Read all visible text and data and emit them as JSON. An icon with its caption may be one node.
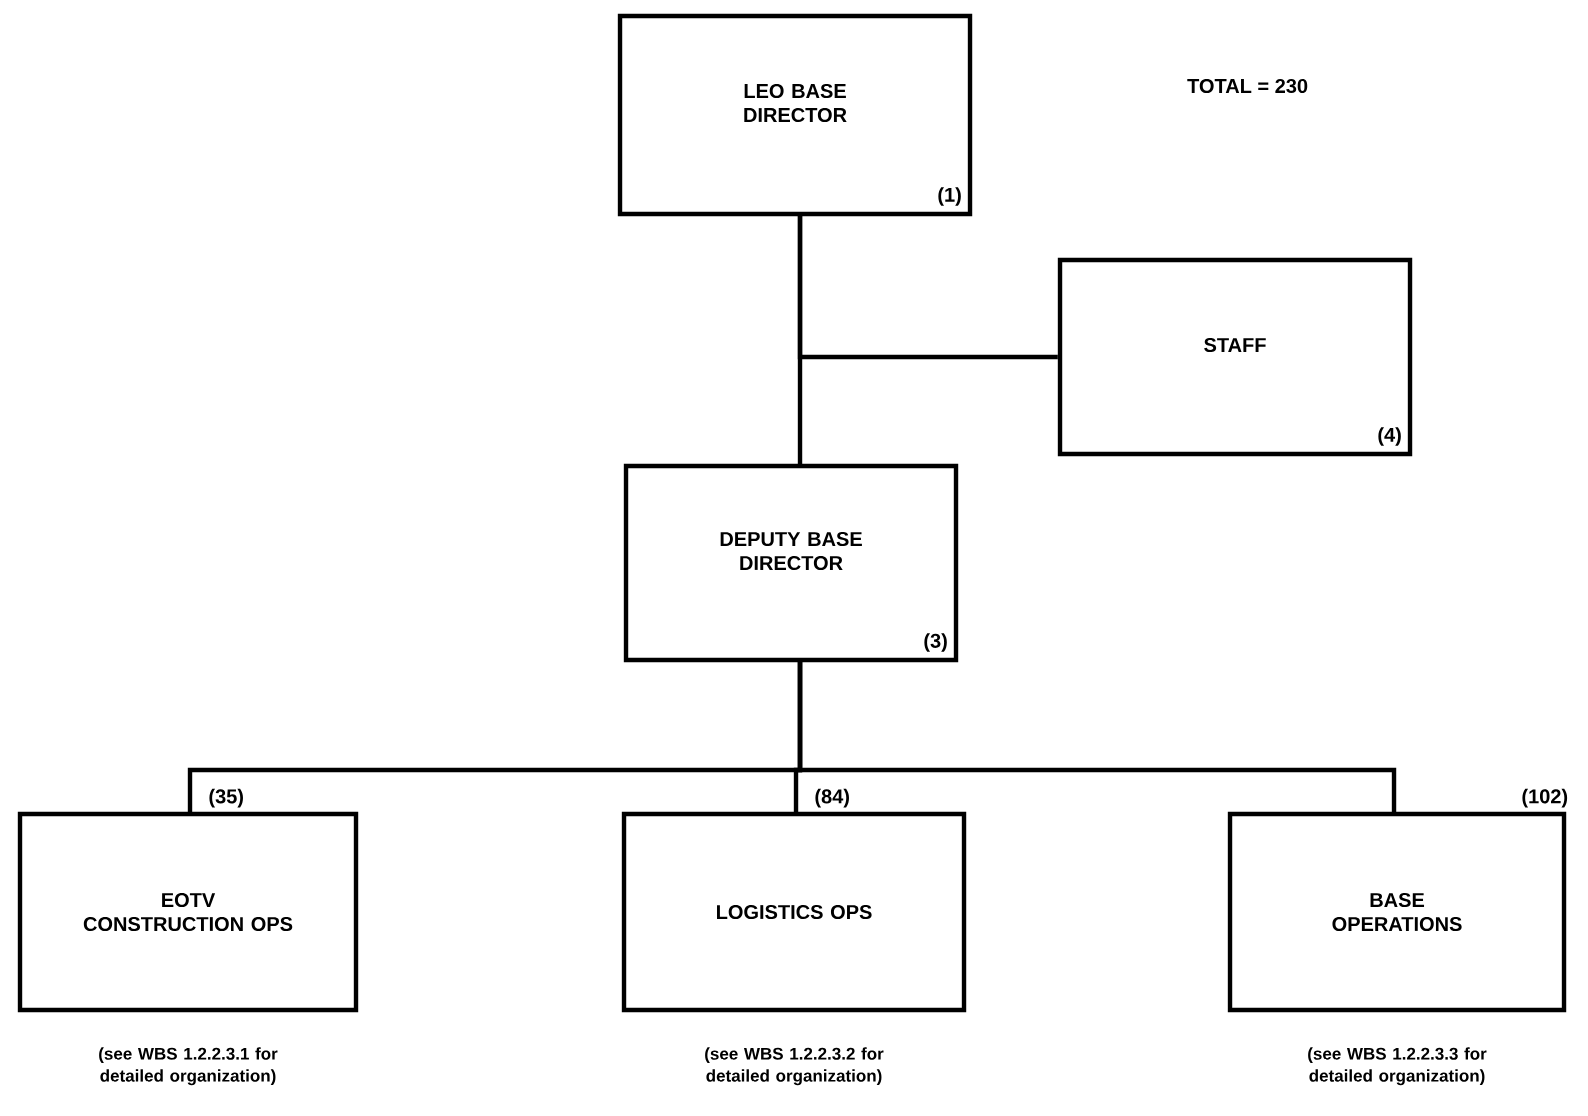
{
  "diagram": {
    "nodes": [
      {
        "text": [
          "LEO BASE DIRECTOR",
          "(1)"
        ]
      },
      {
        "text": [
          "STAFF",
          "(4)"
        ]
      },
      {
        "text": [
          "DEPUTY BASE DIRECTOR",
          "(3)"
        ]
      },
      {
        "text": [
          "EOTV CONSTRUCTION OPS"
        ],
        "beside": [
          "(35)",
          "(see WBS 1.2.2.3.1 for detailed organization)"
        ]
      },
      {
        "text": [
          "LOGISTICS OPS"
        ],
        "beside": [
          "(84)",
          "(see WBS 1.2.2.3.2 for detailed organization)"
        ]
      },
      {
        "text": [
          "BASE OPERATIONS"
        ],
        "beside": [
          "(102)",
          "(see WBS 1.2.2.3.3 for detailed organization)"
        ]
      }
    ],
    "edges": [
      {
        "from": 0,
        "to": 1,
        "arrow": "none"
      },
      {
        "from": 0,
        "to": 2,
        "arrow": "none"
      },
      {
        "from": 2,
        "to": 3,
        "arrow": "none"
      },
      {
        "from": 2,
        "to": 4,
        "arrow": "none"
      },
      {
        "from": 2,
        "to": 5,
        "arrow": "none"
      }
    ],
    "labels": [
      "TOTAL = 230"
    ]
  }
}
